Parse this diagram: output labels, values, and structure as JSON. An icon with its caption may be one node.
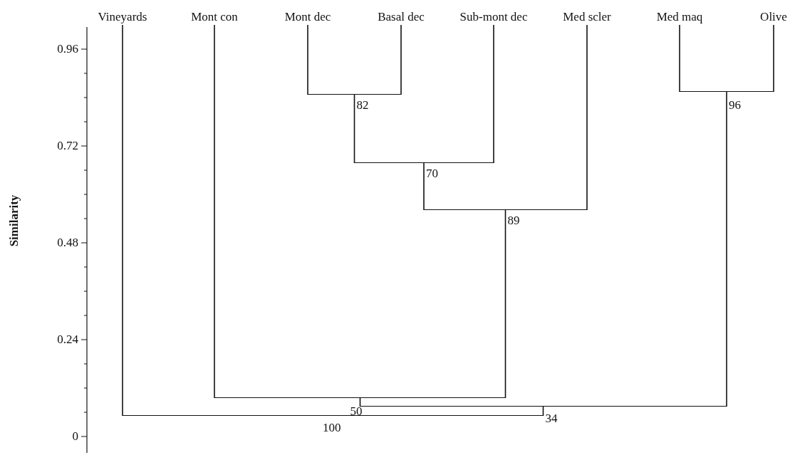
{
  "diagram": {
    "nodes": [
      {
        "text": [
          "Vineyards"
        ]
      },
      {
        "text": [
          "Mont con"
        ]
      },
      {
        "text": [
          "Mont dec"
        ]
      },
      {
        "text": [
          "Basal dec"
        ]
      },
      {
        "text": [
          "Sub-mont dec"
        ]
      },
      {
        "text": [
          "Med scler"
        ]
      },
      {
        "text": [
          "Med maq"
        ]
      },
      {
        "text": [
          "Olive"
        ]
      },
      {
        "text": [],
        "shape": "bar",
        "beside": [
          "82"
        ]
      },
      {
        "text": [],
        "shape": "bar",
        "beside": [
          "96"
        ]
      },
      {
        "text": [],
        "shape": "bar",
        "beside": [
          "70"
        ]
      },
      {
        "text": [],
        "shape": "bar",
        "beside": [
          "89"
        ]
      },
      {
        "text": [],
        "shape": "bar",
        "beside": [
          "50"
        ]
      },
      {
        "text": [],
        "shape": "bar",
        "beside": [
          "34"
        ]
      },
      {
        "text": [],
        "shape": "bar",
        "beside": [
          "100"
        ]
      }
    ],
    "edges": [
      {
        "from": 8,
        "to": 2,
        "arrow": "none"
      },
      {
        "from": 8,
        "to": 3,
        "arrow": "none"
      },
      {
        "from": 9,
        "to": 6,
        "arrow": "none"
      },
      {
        "from": 9,
        "to": 7,
        "arrow": "none"
      },
      {
        "from": 10,
        "to": 8,
        "arrow": "none"
      },
      {
        "from": 10,
        "to": 4,
        "arrow": "none"
      },
      {
        "from": 11,
        "to": 10,
        "arrow": "none"
      },
      {
        "from": 11,
        "to": 5,
        "arrow": "none"
      },
      {
        "from": 12,
        "to": 1,
        "arrow": "none"
      },
      {
        "from": 12,
        "to": 11,
        "arrow": "none"
      },
      {
        "from": 13,
        "to": 12,
        "arrow": "none"
      },
      {
        "from": 13,
        "to": 9,
        "arrow": "none"
      },
      {
        "from": 14,
        "to": 0,
        "arrow": "none"
      },
      {
        "from": 14,
        "to": 13,
        "arrow": "none"
      }
    ],
    "labels": [
      "0.96",
      "0.72",
      "0.48",
      "0.24",
      "0",
      "Similarity"
    ]
  }
}
